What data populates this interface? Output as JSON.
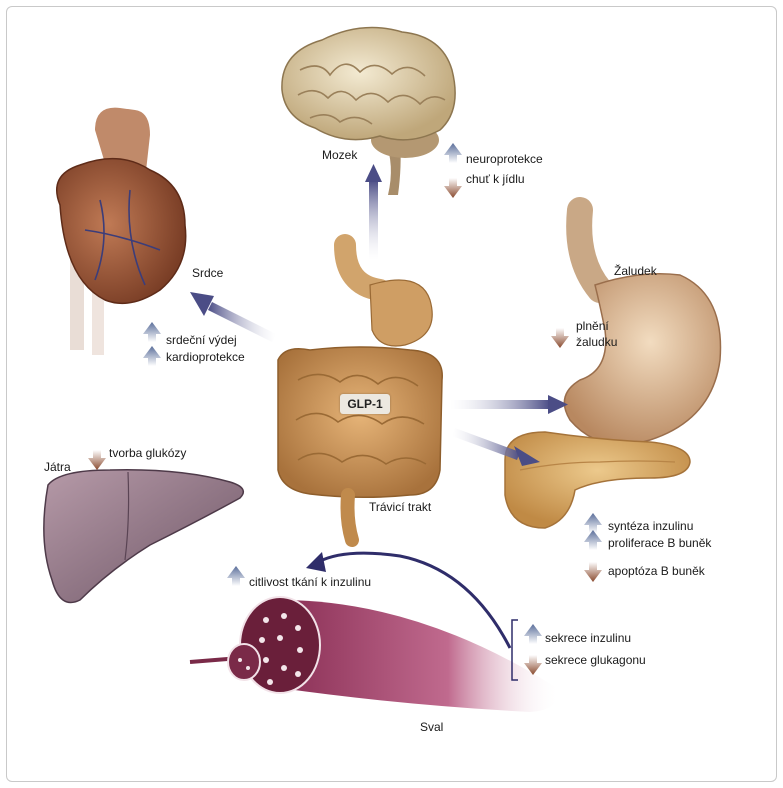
{
  "colors": {
    "up_arrow": "#5a6e9a",
    "down_arrow": "#8a4a2e",
    "pathway_arrow": "#4b4d86",
    "frame_border": "#c9c9c9"
  },
  "center": {
    "hormone": "GLP-1",
    "organ_label": "Trávicí trakt"
  },
  "brain": {
    "label": "Mozek",
    "effects": [
      {
        "text": "neuroprotekce",
        "direction": "up"
      },
      {
        "text": "chuť k jídlu",
        "direction": "down"
      }
    ]
  },
  "heart": {
    "label": "Srdce",
    "effects": [
      {
        "text": "srdeční výdej",
        "direction": "up"
      },
      {
        "text": "kardioprotekce",
        "direction": "up"
      }
    ]
  },
  "stomach": {
    "label": "Žaludek",
    "effects": [
      {
        "text": "plnění žaludku",
        "line1": "plnění",
        "line2": "žaludku",
        "direction": "down"
      }
    ]
  },
  "pancreas": {
    "effects": [
      {
        "text": "syntéza inzulinu",
        "direction": "up"
      },
      {
        "text": "proliferace B buněk",
        "direction": "up"
      },
      {
        "text": "apoptóza B buněk",
        "direction": "down"
      },
      {
        "text": "sekrece inzulinu",
        "direction": "up"
      },
      {
        "text": "sekrece glukagonu",
        "direction": "down"
      }
    ]
  },
  "liver": {
    "label": "Játra",
    "effects": [
      {
        "text": "tvorba glukózy",
        "direction": "down"
      }
    ]
  },
  "muscle": {
    "label": "Sval",
    "effects": [
      {
        "text": "citlivost tkání k inzulinu",
        "direction": "up"
      }
    ]
  }
}
